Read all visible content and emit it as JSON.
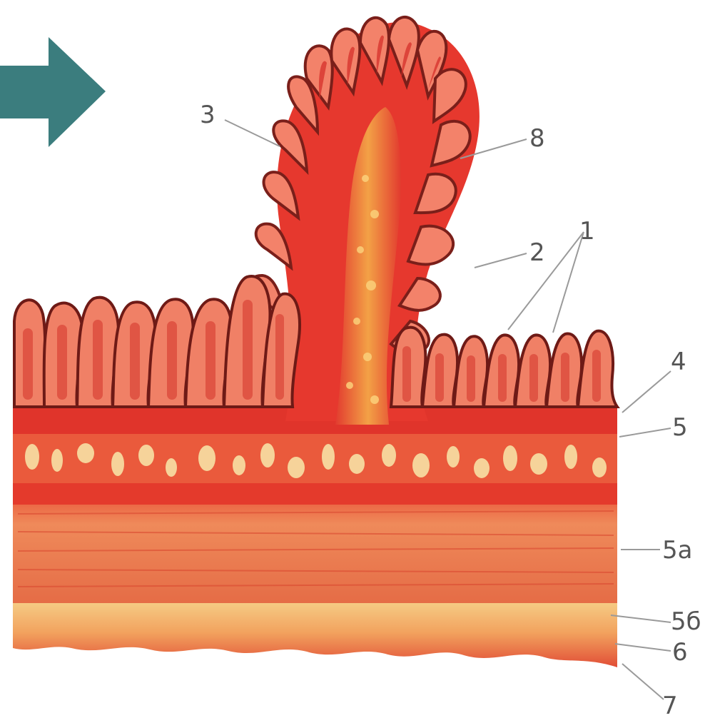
{
  "figure": {
    "labels": {
      "l1": "1",
      "l2": "2",
      "l3": "3",
      "l4": "4",
      "l5": "5",
      "l5a": "5a",
      "l5b": "5б",
      "l6": "6",
      "l7": "7",
      "l8": "8"
    },
    "colors": {
      "arrow": "#3b7d7e",
      "tissue_light": "#ef8a5a",
      "tissue_dark": "#d8282a",
      "submucosa": "#f2c08a",
      "villus_outline": "#7a1f1a",
      "core": "#f4a93a"
    }
  }
}
